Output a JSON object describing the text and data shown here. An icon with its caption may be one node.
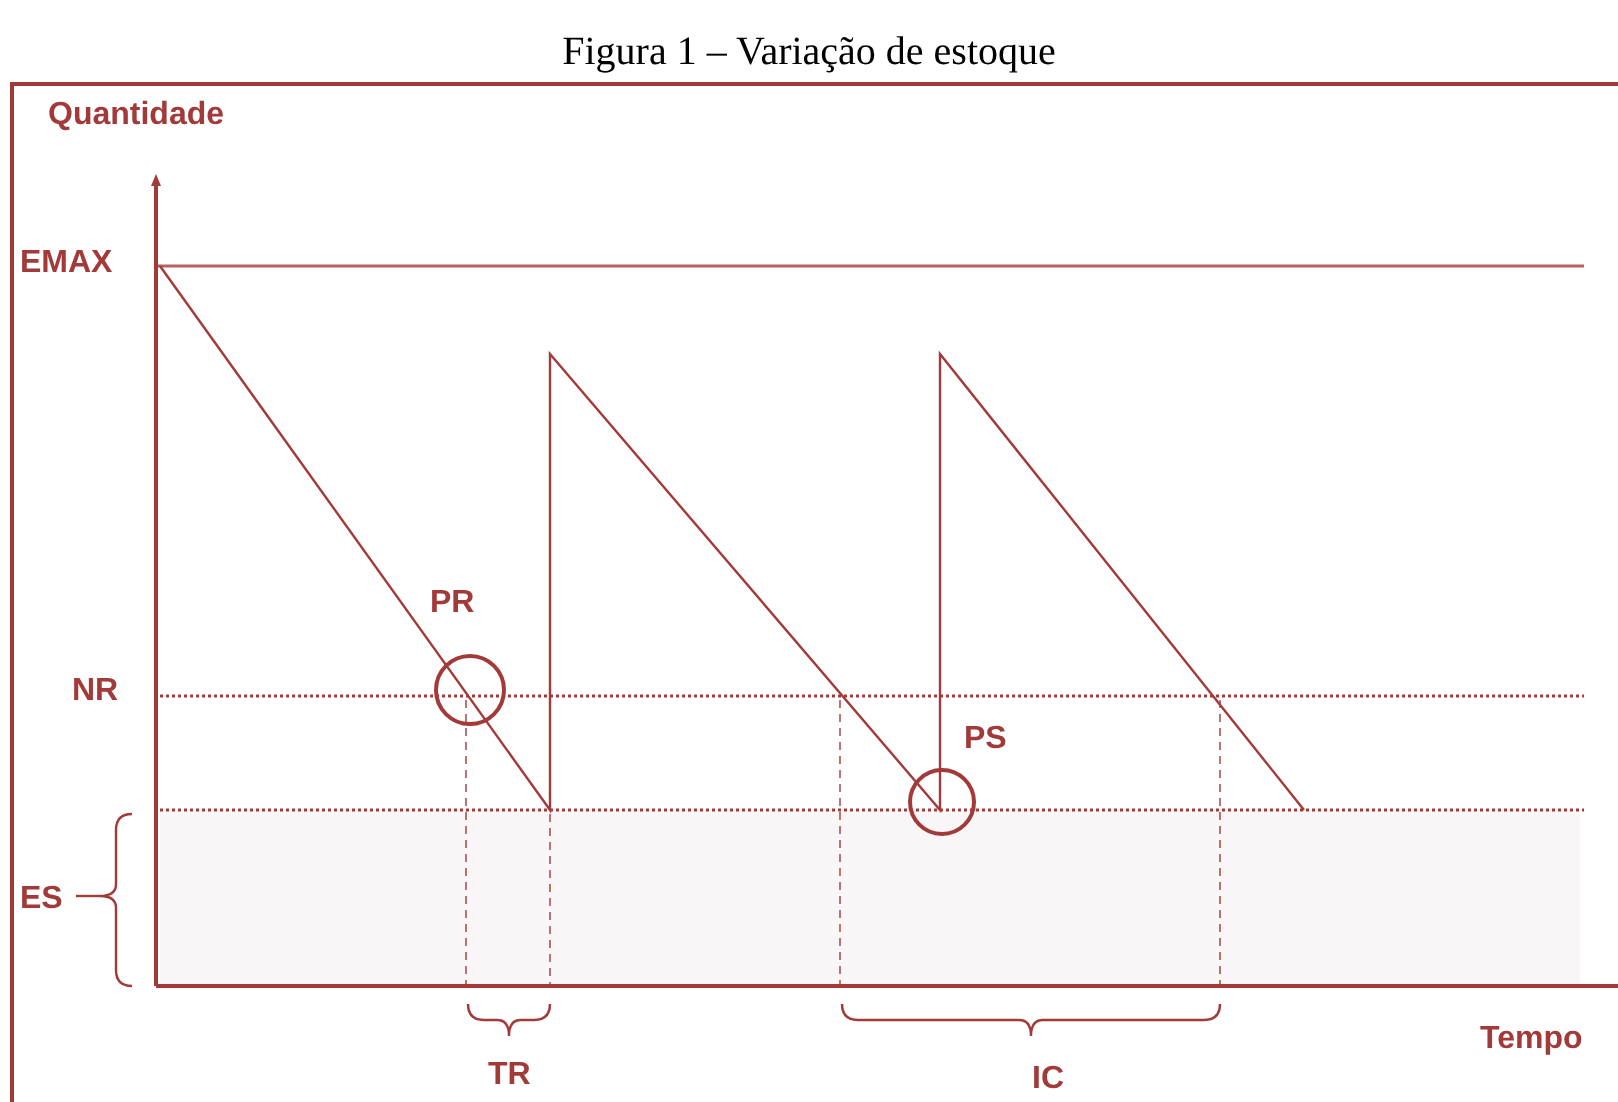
{
  "diagram": {
    "title": "Figura 1 – Variação de estoque",
    "labels": [
      "Quantidade",
      "EMAX",
      "PR",
      "NR",
      "PS",
      "ES",
      "Tempo",
      "TR",
      "IC"
    ]
  }
}
